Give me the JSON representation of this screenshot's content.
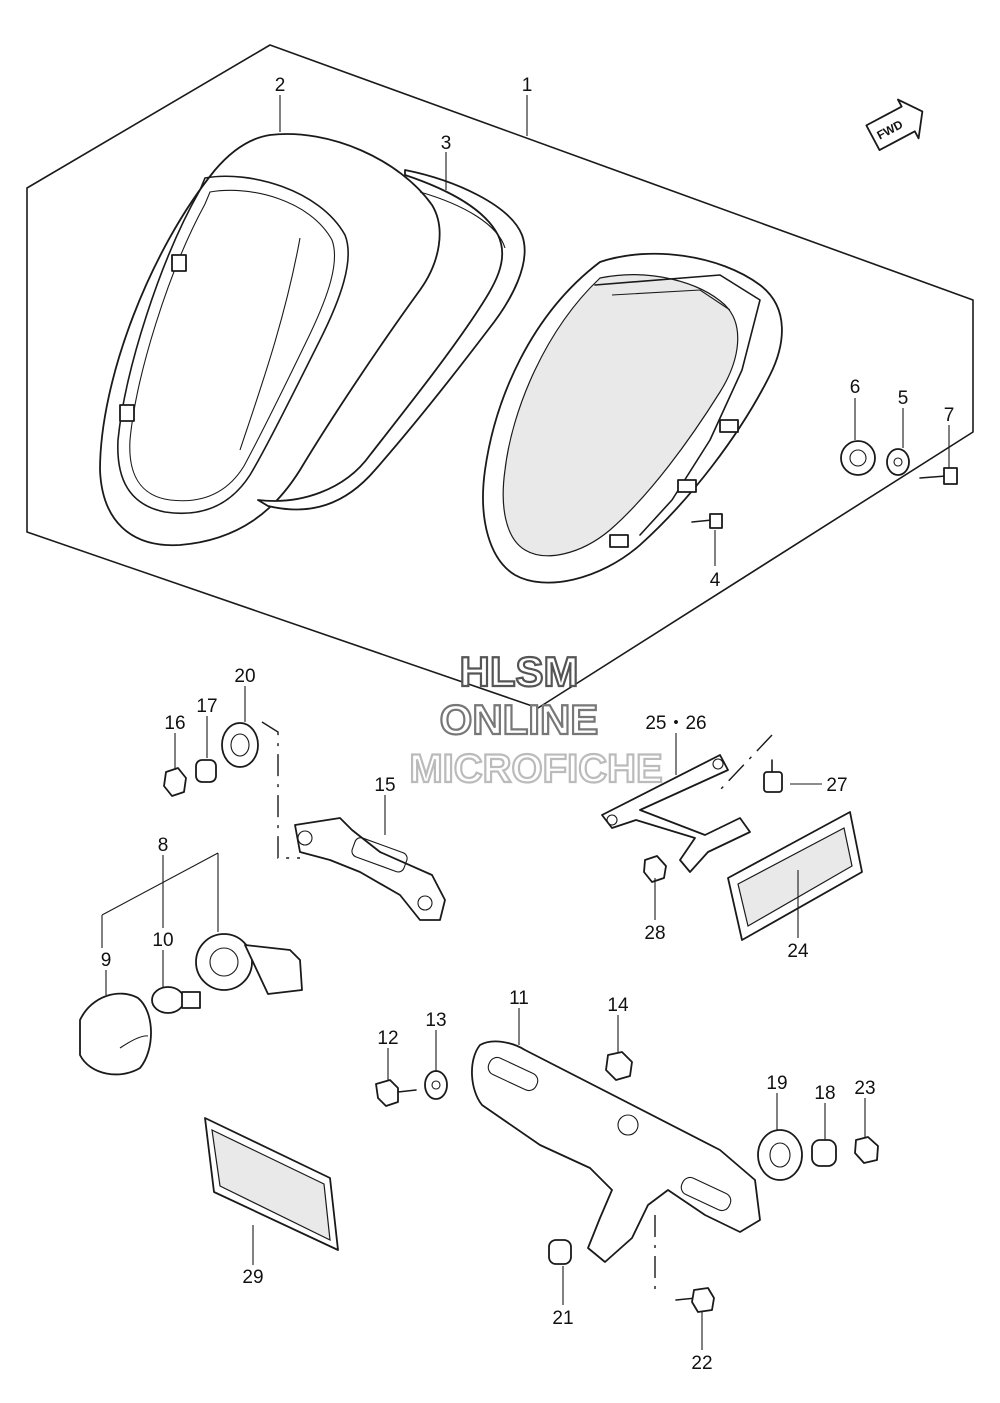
{
  "watermark": {
    "line1": "HLSM",
    "line2": "ONLINE",
    "line3": "MICROFICHE",
    "colors": {
      "line1": "#555555",
      "line2": "#777777",
      "line3": "#bbbbbb"
    }
  },
  "fwd_badge": {
    "label": "FWD",
    "icon": "arrow-right-icon"
  },
  "callouts": {
    "c1": "1",
    "c2": "2",
    "c3": "3",
    "c4": "4",
    "c5": "5",
    "c6": "6",
    "c7": "7",
    "c8": "8",
    "c9": "9",
    "c10": "10",
    "c11": "11",
    "c12": "12",
    "c13": "13",
    "c14": "14",
    "c15": "15",
    "c16": "16",
    "c17": "17",
    "c18": "18",
    "c19": "19",
    "c20": "20",
    "c21": "21",
    "c22": "22",
    "c23": "23",
    "c24": "24",
    "c25_26": "25・26",
    "c27": "27",
    "c28": "28",
    "c29": "29"
  }
}
